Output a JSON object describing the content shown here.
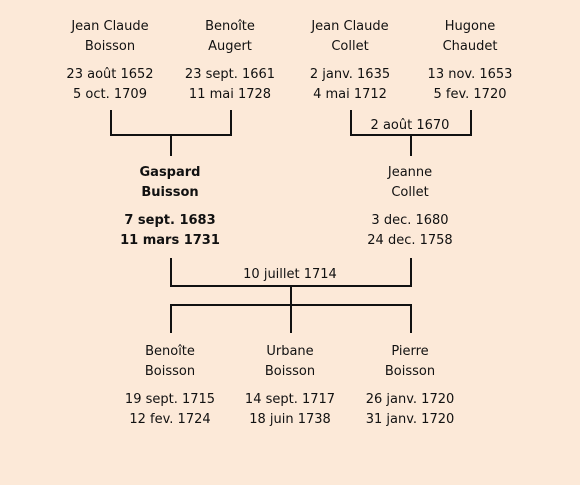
{
  "grandparents": [
    {
      "first": "Jean Claude",
      "last": "Boisson",
      "birth": "23 août 1652",
      "death": "5 oct. 1709"
    },
    {
      "first": "Benoîte",
      "last": "Augert",
      "birth": "23 sept. 1661",
      "death": "11 mai 1728"
    },
    {
      "first": "Jean Claude",
      "last": "Collet",
      "birth": "2 janv. 1635",
      "death": "4 mai 1712"
    },
    {
      "first": "Hugone",
      "last": "Chaudet",
      "birth": "13 nov. 1653",
      "death": "5 fev. 1720"
    }
  ],
  "marriage_collet_chaudet": "2 août 1670",
  "parents": [
    {
      "first": "Gaspard",
      "last": "Buisson",
      "birth": "7 sept. 1683",
      "death": "11 mars 1731"
    },
    {
      "first": "Jeanne",
      "last": "Collet",
      "birth": "3 dec. 1680",
      "death": "24 dec. 1758"
    }
  ],
  "marriage_parents": "10 juillet 1714",
  "children": [
    {
      "first": "Benoîte",
      "last": "Boisson",
      "birth": "19 sept. 1715",
      "death": "12 fev. 1724"
    },
    {
      "first": "Urbane",
      "last": "Boisson",
      "birth": "14 sept. 1717",
      "death": "18 juin 1738"
    },
    {
      "first": "Pierre",
      "last": "Boisson",
      "birth": "26 janv. 1720",
      "death": "31 janv. 1720"
    }
  ]
}
